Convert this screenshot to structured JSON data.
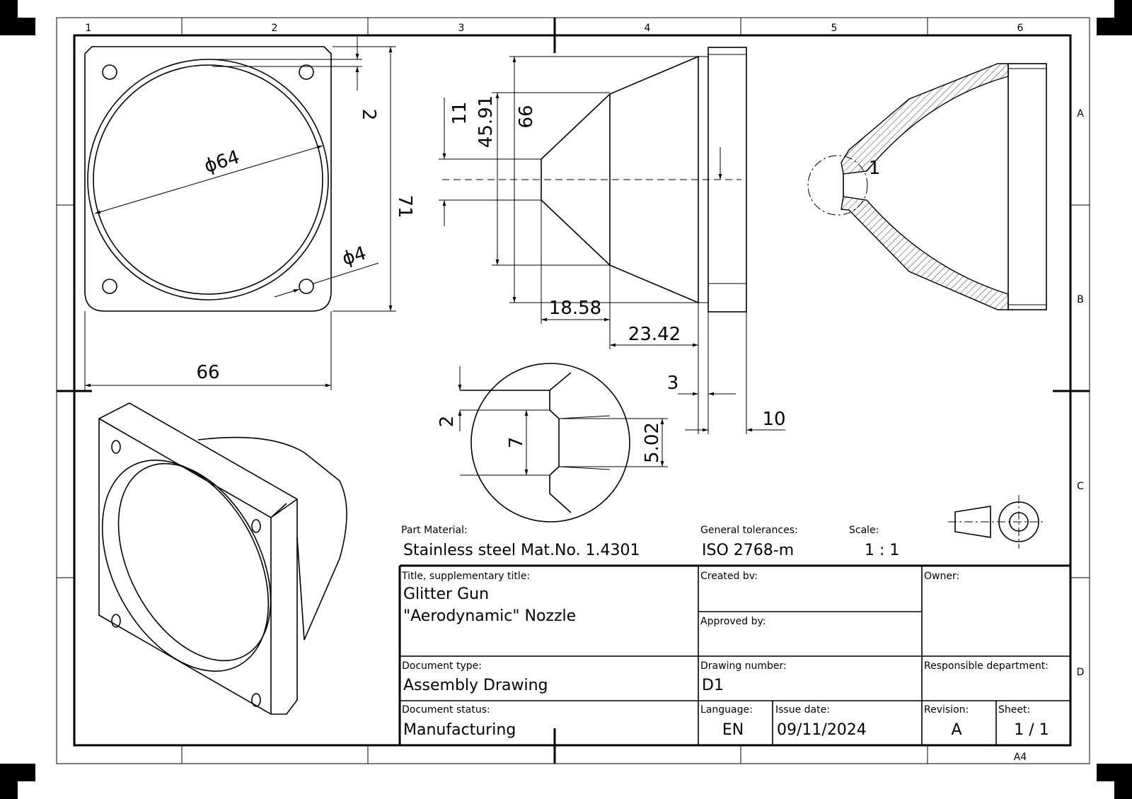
{
  "sheet": {
    "zones_top": [
      "1",
      "2",
      "3",
      "4",
      "5",
      "6"
    ],
    "zones_right": [
      "A",
      "B",
      "C",
      "D"
    ],
    "format": "A4"
  },
  "dimensions": {
    "flange_width": "66",
    "flange_height": "71",
    "bore_diameter": "ϕ64",
    "hole_diameter": "ϕ4",
    "flange_offset": "2",
    "outer_diameter": "66",
    "mid_diameter": "45.91",
    "inlet_diameter": "11",
    "cone1_length": "18.58",
    "cone2_length": "23.42",
    "step_length": "3",
    "flange_thickness": "10",
    "detail_step": "2",
    "detail_bore": "7",
    "detail_outlet": "5.02",
    "section_detail_label": "1"
  },
  "notes": {
    "material_label": "Part Material:",
    "material_value": "Stainless steel Mat.No. 1.4301",
    "tolerances_label": "General tolerances:",
    "tolerances_value": "ISO 2768-m",
    "scale_label": "Scale:",
    "scale_value": "1 : 1"
  },
  "title_block": {
    "title_label": "Title, supplementary title:",
    "title_line1": "Glitter Gun",
    "title_line2": "\"Aerodynamic\" Nozzle",
    "created_label": "Created bv:",
    "approved_label": "Approved by:",
    "owner_label": "Owner:",
    "doc_type_label": "Document type:",
    "doc_type_value": "Assembly Drawing",
    "drawing_number_label": "Drawing number:",
    "drawing_number_value": "D1",
    "department_label": "Responsible department:",
    "status_label": "Document status:",
    "status_value": "Manufacturing",
    "language_label": "Language:",
    "language_value": "EN",
    "issue_date_label": "Issue date:",
    "issue_date_value": "09/11/2024",
    "revision_label": "Revision:",
    "revision_value": "A",
    "sheet_label": "Sheet:",
    "sheet_value": "1 / 1"
  }
}
